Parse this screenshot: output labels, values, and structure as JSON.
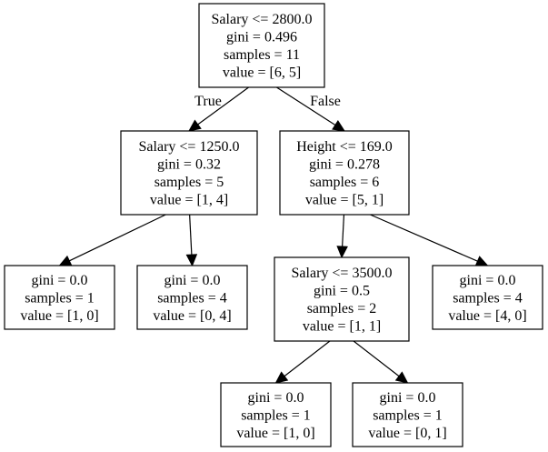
{
  "tree": {
    "nodes": [
      {
        "id": "n0",
        "lines": [
          "Salary <= 2800.0",
          "gini = 0.496",
          "samples = 11",
          "value = [6, 5]"
        ]
      },
      {
        "id": "n1",
        "lines": [
          "Salary <= 1250.0",
          "gini = 0.32",
          "samples = 5",
          "value = [1, 4]"
        ]
      },
      {
        "id": "n2",
        "lines": [
          "Height <= 169.0",
          "gini = 0.278",
          "samples = 6",
          "value = [5, 1]"
        ]
      },
      {
        "id": "n3",
        "lines": [
          "gini = 0.0",
          "samples = 1",
          "value = [1, 0]"
        ]
      },
      {
        "id": "n4",
        "lines": [
          "gini = 0.0",
          "samples = 4",
          "value = [0, 4]"
        ]
      },
      {
        "id": "n5",
        "lines": [
          "Salary <= 3500.0",
          "gini = 0.5",
          "samples = 2",
          "value = [1, 1]"
        ]
      },
      {
        "id": "n6",
        "lines": [
          "gini = 0.0",
          "samples = 4",
          "value = [4, 0]"
        ]
      },
      {
        "id": "n7",
        "lines": [
          "gini = 0.0",
          "samples = 1",
          "value = [1, 0]"
        ]
      },
      {
        "id": "n8",
        "lines": [
          "gini = 0.0",
          "samples = 1",
          "value = [0, 1]"
        ]
      }
    ],
    "edges": [
      {
        "from": "n0",
        "to": "n1",
        "label": "True"
      },
      {
        "from": "n0",
        "to": "n2",
        "label": "False"
      },
      {
        "from": "n1",
        "to": "n3",
        "label": ""
      },
      {
        "from": "n1",
        "to": "n4",
        "label": ""
      },
      {
        "from": "n2",
        "to": "n5",
        "label": ""
      },
      {
        "from": "n2",
        "to": "n6",
        "label": ""
      },
      {
        "from": "n5",
        "to": "n7",
        "label": ""
      },
      {
        "from": "n5",
        "to": "n8",
        "label": ""
      }
    ]
  }
}
